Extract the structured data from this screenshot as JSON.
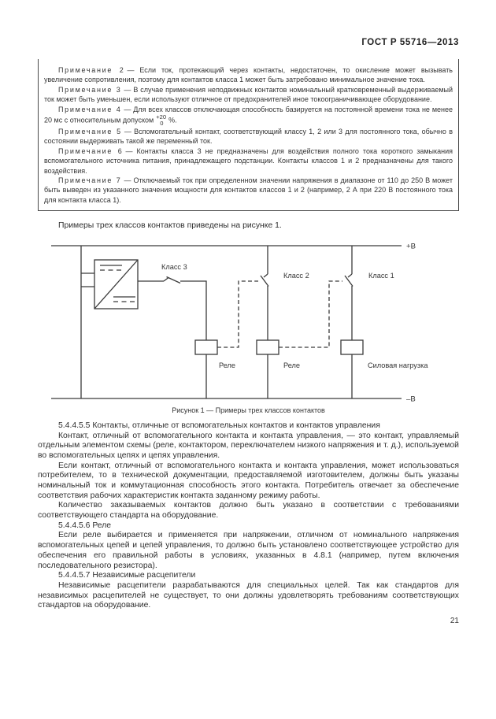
{
  "page": {
    "header": "ГОСТ Р 55716—2013",
    "page_number": "21"
  },
  "notes_box": {
    "notes": [
      {
        "label": "Примечание 2",
        "text": "— Если ток, протекающий через контакты, недостаточен, то окисление может вызывать увеличение сопротивления, поэтому для контактов класса 1 может быть затребовано минимальное значение тока."
      },
      {
        "label": "Примечание 3",
        "text": "— В случае применения неподвижных контактов номинальный кратковременный выдерживаемый ток может быть уменьшен, если используют отличное от предохранителей иное токоограничивающее оборудование."
      },
      {
        "label": "Примечание 4",
        "text_before": "— Для всех классов отключающая способность базируется на постоянной времени тока не менее 20 мс с относительным допуском",
        "tolerance_upper": "+20",
        "tolerance_lower": "0",
        "text_after": "%."
      },
      {
        "label": "Примечание 5",
        "text": "— Вспомогательный контакт, соответствующий классу 1, 2 или 3 для постоянного тока, обычно в состоянии выдерживать такой же переменный ток."
      },
      {
        "label": "Примечание 6",
        "text": "— Контакты класса 3 не предназначены для воздействия полного тока короткого замыкания вспомогательного источника питания, принадлежащего подстанции. Контакты классов 1 и 2 предназначены для такого воздействия."
      },
      {
        "label": "Примечание 7",
        "text": "— Отключаемый ток при определенном значении напряжения в диапазоне от 110 до 250 В может быть выведен из указанного значения мощности для контактов классов 1 и 2 (например, 2 А при 220 В постоянного тока для контакта класса 1)."
      }
    ]
  },
  "intro": "Примеры трех классов контактов приведены на рисунке 1.",
  "figure": {
    "caption": "Рисунок 1 — Примеры трех классов контактов",
    "labels": {
      "bus_positive": "+В",
      "bus_negative": "–В",
      "class3": "Класс 3",
      "class2": "Класс 2",
      "class1": "Класс 1",
      "relay1": "Реле",
      "relay2": "Реле",
      "load": "Силовая нагрузка"
    },
    "colors": {
      "line": "#3a3a3a"
    }
  },
  "sections": [
    {
      "heading": "5.4.4.5.5 Контакты, отличные от вспомогательных контактов и контактов управления",
      "paragraphs": [
        "Контакт, отличный от вспомогательного контакта и контакта управления, — это контакт, управляемый отдельным элементом схемы (реле, контактором, переключателем низкого напряжения и т. д.), используемой во вспомогательных цепях и цепях управления.",
        "Если контакт, отличный от вспомогательного контакта и контакта управления, может использоваться потребителем, то в технической документации, предоставляемой изготовителем, должны быть указаны номинальный ток и коммутационная способность этого контакта. Потребитель отвечает за обеспечение соответствия рабочих характеристик контакта  заданному режиму работы.",
        "Количество заказываемых контактов должно быть указано в соответствии с  требованиями соответствующего стандарта на оборудование."
      ]
    },
    {
      "heading": "5.4.4.5.6 Реле",
      "paragraphs": [
        "Если реле выбирается и применяется при напряжении,  отличном от номинального напряжения вспомогательных цепей и цепей управления, то должно быть установлено соответствующее устройство для обеспечения его правильной работы в условиях, указанных в 4.8.1 (например, путем включения последовательного резистора)."
      ]
    },
    {
      "heading": "5.4.4.5.7 Независимые расцепители",
      "paragraphs": [
        "Независимые расцепители разрабатываются для специальных целей. Так как стандартов для независимых расцепителей не существует, то они должны удовлетворять требованиям соответствующих стандартов на оборудование."
      ]
    }
  ]
}
